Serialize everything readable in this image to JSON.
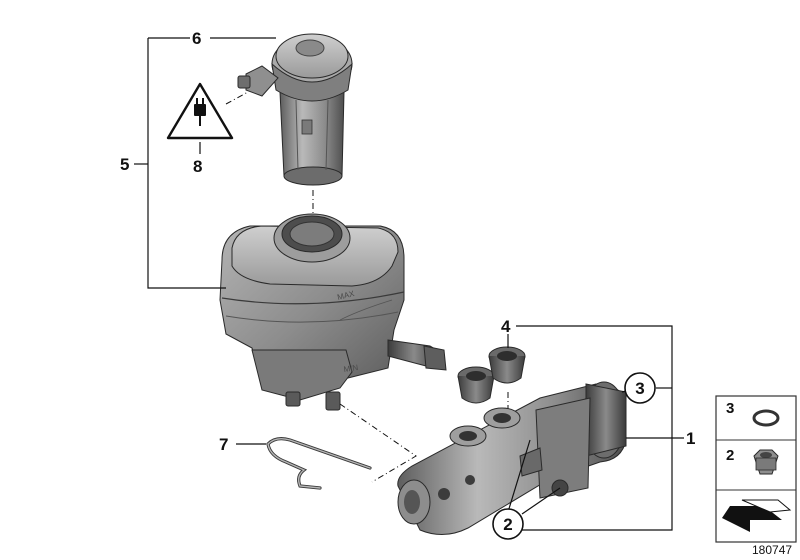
{
  "callouts": {
    "c1": "1",
    "c2a": "2",
    "c2b": "2",
    "c3": "3",
    "c4": "4",
    "c5": "5",
    "c6": "6",
    "c7": "7",
    "c8": "8"
  },
  "legend": {
    "item3": "3",
    "item2": "2"
  },
  "reference_number": "180747",
  "reservoir_labels": {
    "max": "MAX",
    "min": "MIN"
  },
  "colors": {
    "part_fill": "#8a8a8a",
    "line": "#111111",
    "legend_border": "#333333"
  }
}
